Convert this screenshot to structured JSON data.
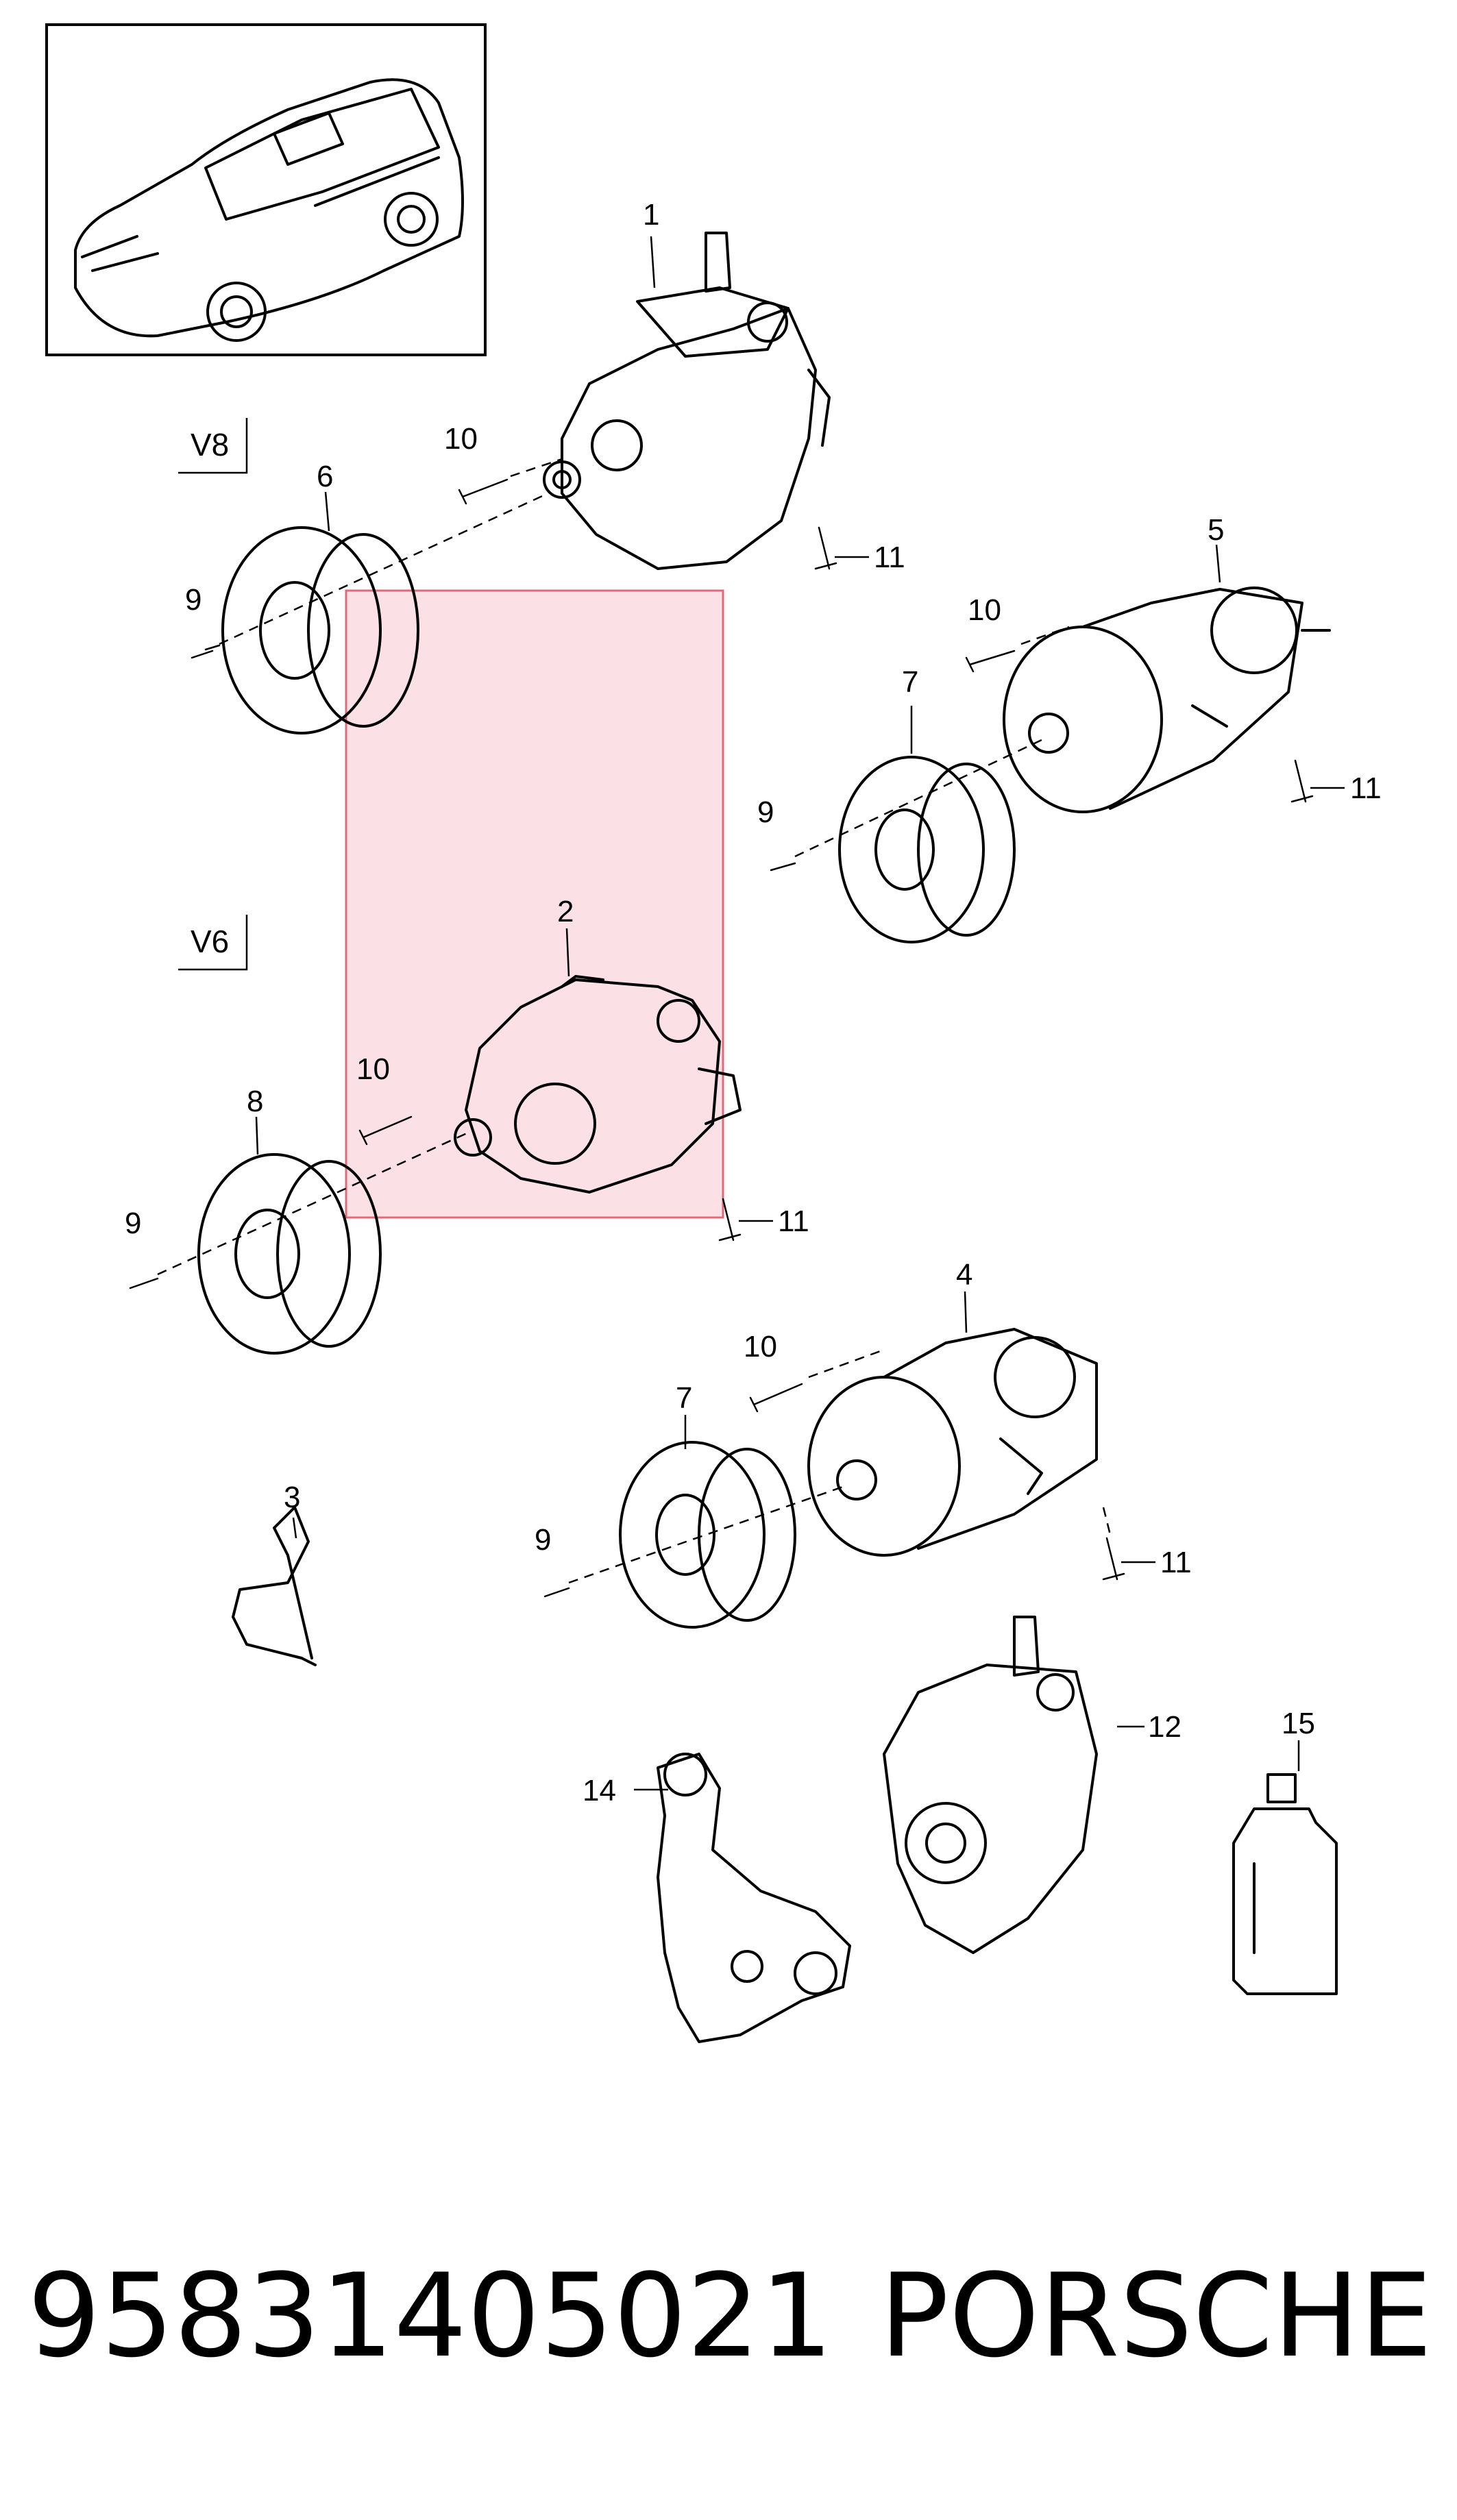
{
  "callouts": [
    "1",
    "2",
    "3",
    "4",
    "5",
    "6",
    "7",
    "8",
    "9",
    "10",
    "11",
    "12",
    "14",
    "15"
  ],
  "variants": {
    "v8": "V8",
    "v6": "V6"
  },
  "footer": {
    "part_number": "95831405021",
    "brand": "PORSCHE"
  },
  "colors": {
    "highlight_fill": "#f9d3dc",
    "highlight_stroke": "#e06a7a",
    "line": "#000000"
  }
}
